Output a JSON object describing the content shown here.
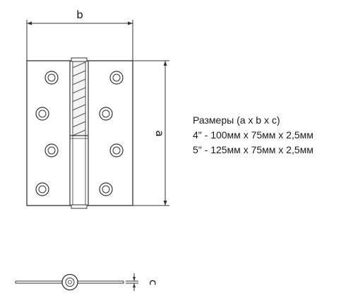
{
  "dimensions": {
    "width_label": "b",
    "height_label": "a",
    "thickness_label": "c"
  },
  "specs": {
    "heading": "Размеры (а х b х c)",
    "rows": [
      "4\" - 100мм х 75мм х 2,5мм",
      "5\" - 125мм х 75мм х 2,5мм"
    ]
  },
  "colors": {
    "line": "#333333",
    "hatch": "#555555"
  }
}
